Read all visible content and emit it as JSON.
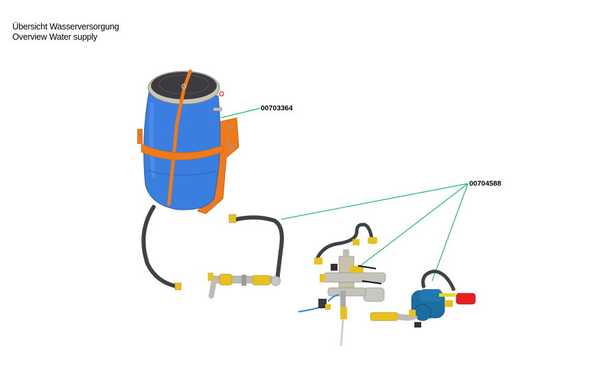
{
  "title": {
    "line1": "Übersicht Wasserversorgung",
    "line2": "Overview Water supply"
  },
  "callouts": [
    {
      "part_number": "00703364",
      "target": "water barrel with orange strap bracket"
    },
    {
      "part_number": "00704588",
      "target": "hoses, valve block and pump assembly"
    }
  ],
  "colors": {
    "leader_line": "#1fb86a",
    "barrel": "#3a7ee0",
    "lid": "#3d3b40",
    "bracket": "#f07a1a",
    "hose": "#3f4245",
    "brass": "#e8c020",
    "steel": "#b8b8b0",
    "pump": "#1a6ea0",
    "plug": "#e82020"
  }
}
